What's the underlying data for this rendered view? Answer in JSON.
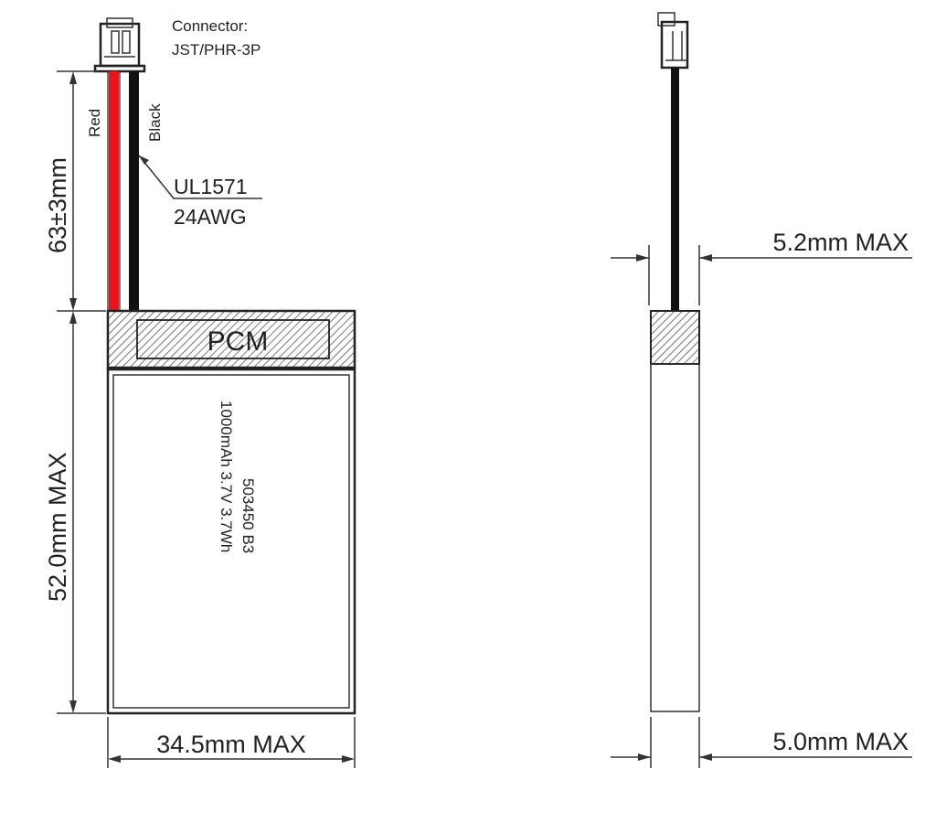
{
  "connector": {
    "line1": "Connector:",
    "line2": "JST/PHR-3P"
  },
  "wires": {
    "red_label": "Red",
    "black_label": "Black",
    "spec_line1": "UL1571",
    "spec_line2": "24AWG"
  },
  "dimensions": {
    "lead_length": "63±3mm",
    "height": "52.0mm MAX",
    "width": "34.5mm MAX",
    "pcm_thickness": "5.2mm MAX",
    "cell_thickness": "5.0mm MAX"
  },
  "pcm_label": "PCM",
  "cell": {
    "model": "503450 B3",
    "spec": "1000mAh 3.7V 3.7Wh"
  },
  "colors": {
    "red_wire": "#e8141b",
    "black_wire": "#111111",
    "line": "#333333"
  }
}
